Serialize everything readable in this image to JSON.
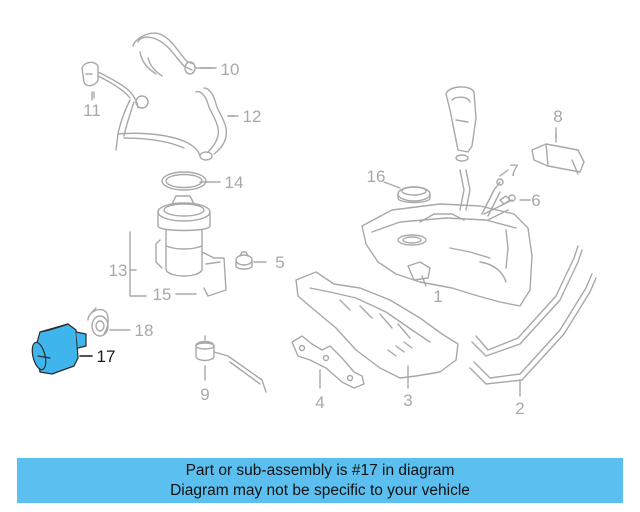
{
  "diagram": {
    "callouts": [
      "1",
      "2",
      "3",
      "4",
      "5",
      "6",
      "7",
      "8",
      "9",
      "10",
      "11",
      "12",
      "13",
      "14",
      "15",
      "16",
      "17",
      "18"
    ],
    "highlighted_part": "17"
  },
  "caption": {
    "line1": "Part or sub-assembly is #17 in diagram",
    "line2": "Diagram may not be specific to your vehicle"
  },
  "colors": {
    "line_art": "#a8a8a8",
    "highlight_fill": "#3fb5ee",
    "banner_background": "#5bc0f0",
    "caption_text": "#111111"
  }
}
